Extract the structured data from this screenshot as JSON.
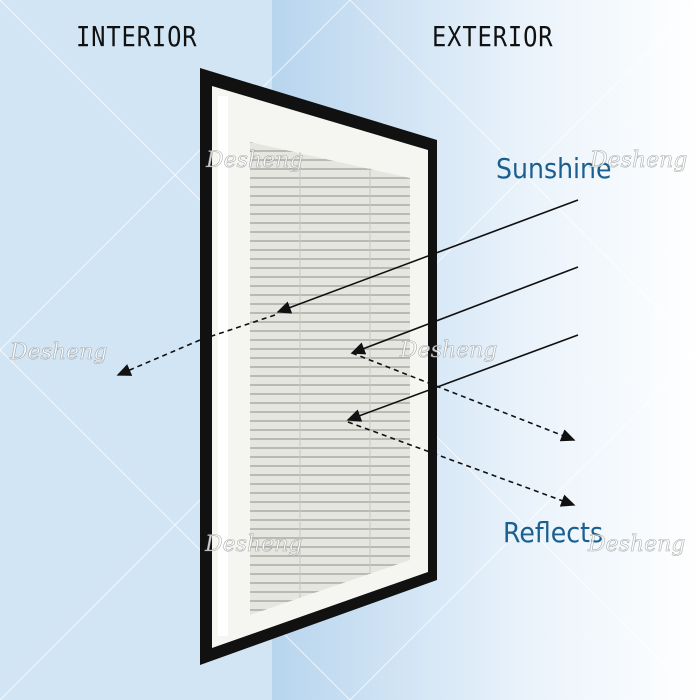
{
  "labels": {
    "interior": "INTERIOR",
    "exterior": "EXTERIOR",
    "sunshine": "Sunshine",
    "reflects": "Reflects"
  },
  "watermark": "Desheng",
  "colors": {
    "interior_bg": "#cfe3f4",
    "exterior_bg": "#bcd7ee",
    "label_blue": "#1b5f8e",
    "frame": "#111111"
  }
}
